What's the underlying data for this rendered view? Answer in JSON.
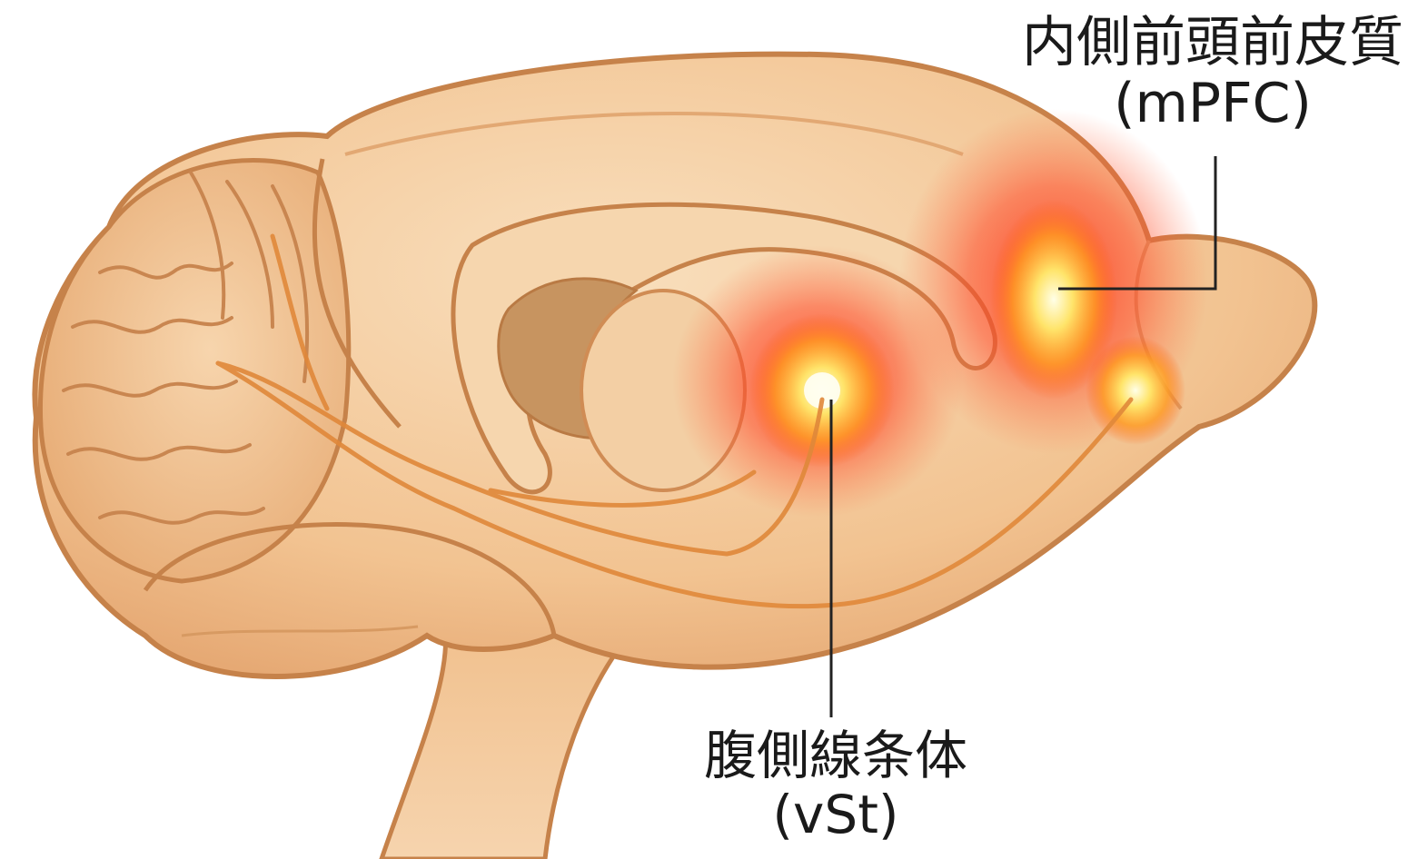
{
  "labels": {
    "mpfc": {
      "name": "内側前頭前皮質",
      "abbr": "(mPFC)"
    },
    "vst": {
      "name": "腹側線条体",
      "abbr": "(vSt)"
    }
  },
  "colors": {
    "tissue": "#f3c898",
    "tissue_light": "#f8dcb8",
    "outline": "#c6824a",
    "dark_cavity": "#c48a58",
    "glow_red": "#ff3b1f",
    "glow_core": "#fff7c0",
    "fiber": "#e0883a",
    "leader": "#222222"
  },
  "icons": [
    "sagittal-brain-illustration"
  ]
}
